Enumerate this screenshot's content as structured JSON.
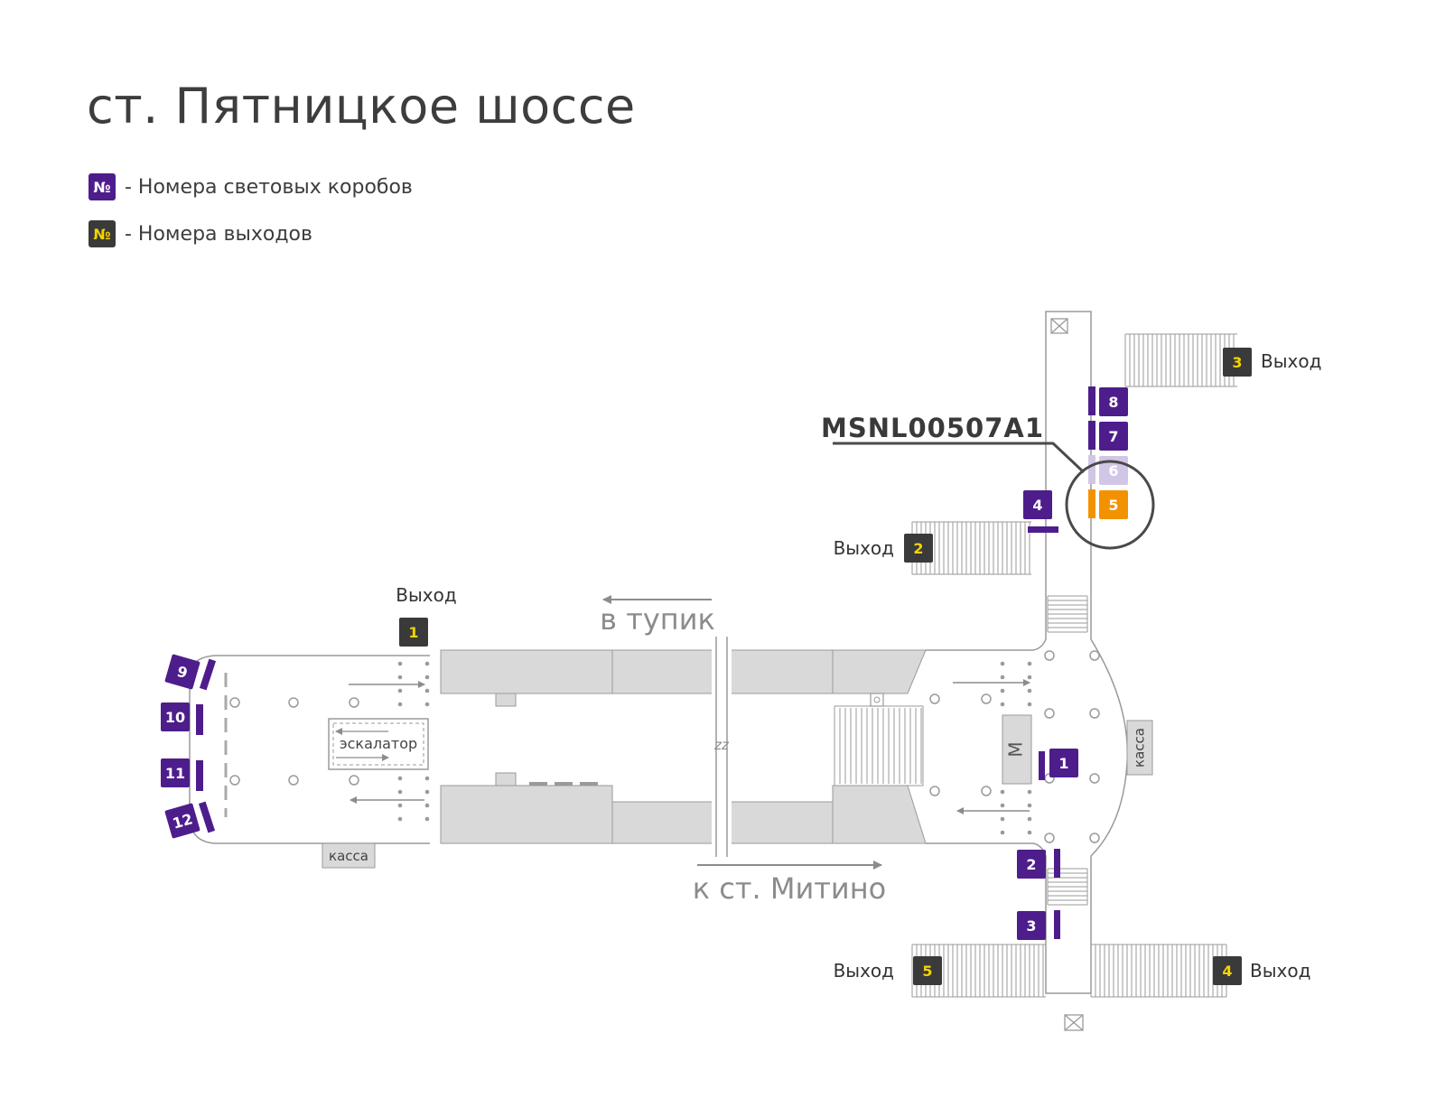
{
  "title": "ст. Пятницкое шоссе",
  "legend": [
    {
      "symbol": "№",
      "label": "- Номера световых коробов",
      "kind": "lightbox"
    },
    {
      "symbol": "№",
      "label": "- Номера выходов",
      "kind": "exit"
    }
  ],
  "colors": {
    "lightbox": "#4e1d8c",
    "lightbox_faded": "#d2c6e6",
    "highlight": "#f39200",
    "exit_badge": "#3a3a3a",
    "exit_number": "#f5d400",
    "platform": "#d9d9d9",
    "outline": "#9a9a9a",
    "arrow": "#8c8c8c"
  },
  "map": {
    "selected_id": "MSNL00507A1",
    "exit_word": "Выход",
    "exits": [
      "1",
      "2",
      "3",
      "4",
      "5"
    ],
    "lightboxes": [
      "1",
      "2",
      "3",
      "4",
      "5",
      "6",
      "7",
      "8",
      "9",
      "10",
      "11",
      "12"
    ],
    "highlighted_box": "5",
    "faded_box": "6",
    "escalator_label": "эскалатор",
    "kassa_label": "касса",
    "metro_symbol": "М",
    "to_deadend": "в тупик",
    "to_station": "к ст. Митино",
    "break_mark": "zz"
  }
}
